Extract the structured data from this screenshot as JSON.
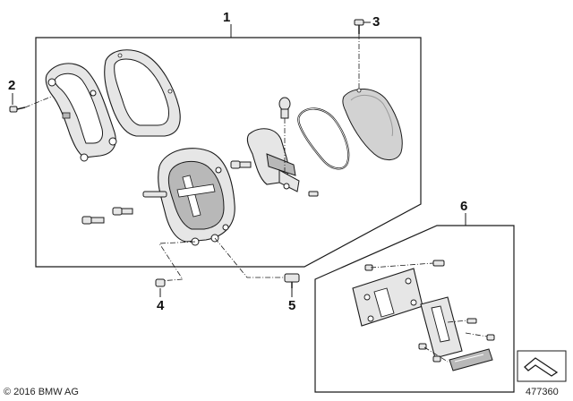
{
  "callouts": {
    "c1": "1",
    "c2": "2",
    "c3": "3",
    "c4": "4",
    "c5": "5",
    "c6": "6"
  },
  "footer": {
    "copyright": "© 2016 BMW AG",
    "diagram_number": "477360"
  },
  "icons": {
    "view_direction": "arrow-corner-icon"
  },
  "colors": {
    "line": "#1a1a1a",
    "part_fill": "#e6e6e6",
    "part_shade": "#b8b8b8",
    "background": "#ffffff"
  }
}
